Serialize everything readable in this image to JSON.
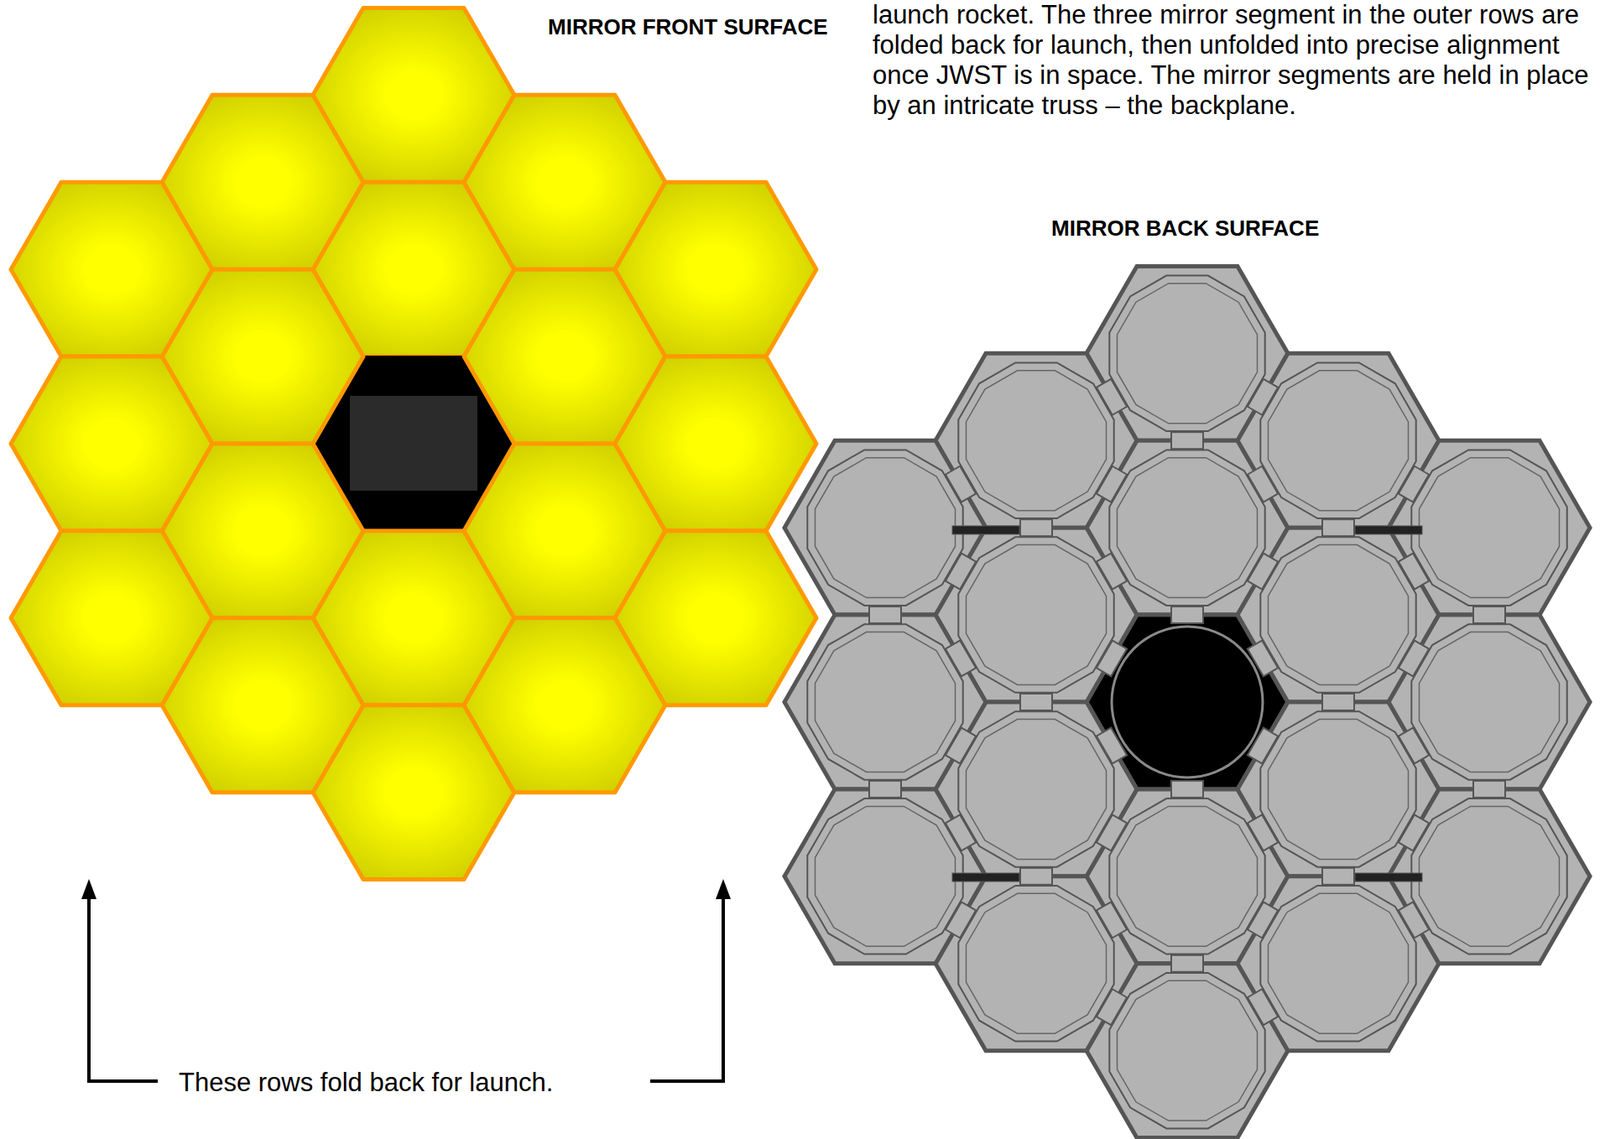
{
  "diagram": {
    "labels": [
      "MIRROR FRONT SURFACE",
      "launch rocket. The three mirror segment in the outer rows are folded back for launch, then unfolded into precise alignment once JWST is in space. The mirror segments are held in place by an intricate truss – the backplane.",
      "MIRROR BACK SURFACE",
      "These rows fold back for launch."
    ]
  }
}
